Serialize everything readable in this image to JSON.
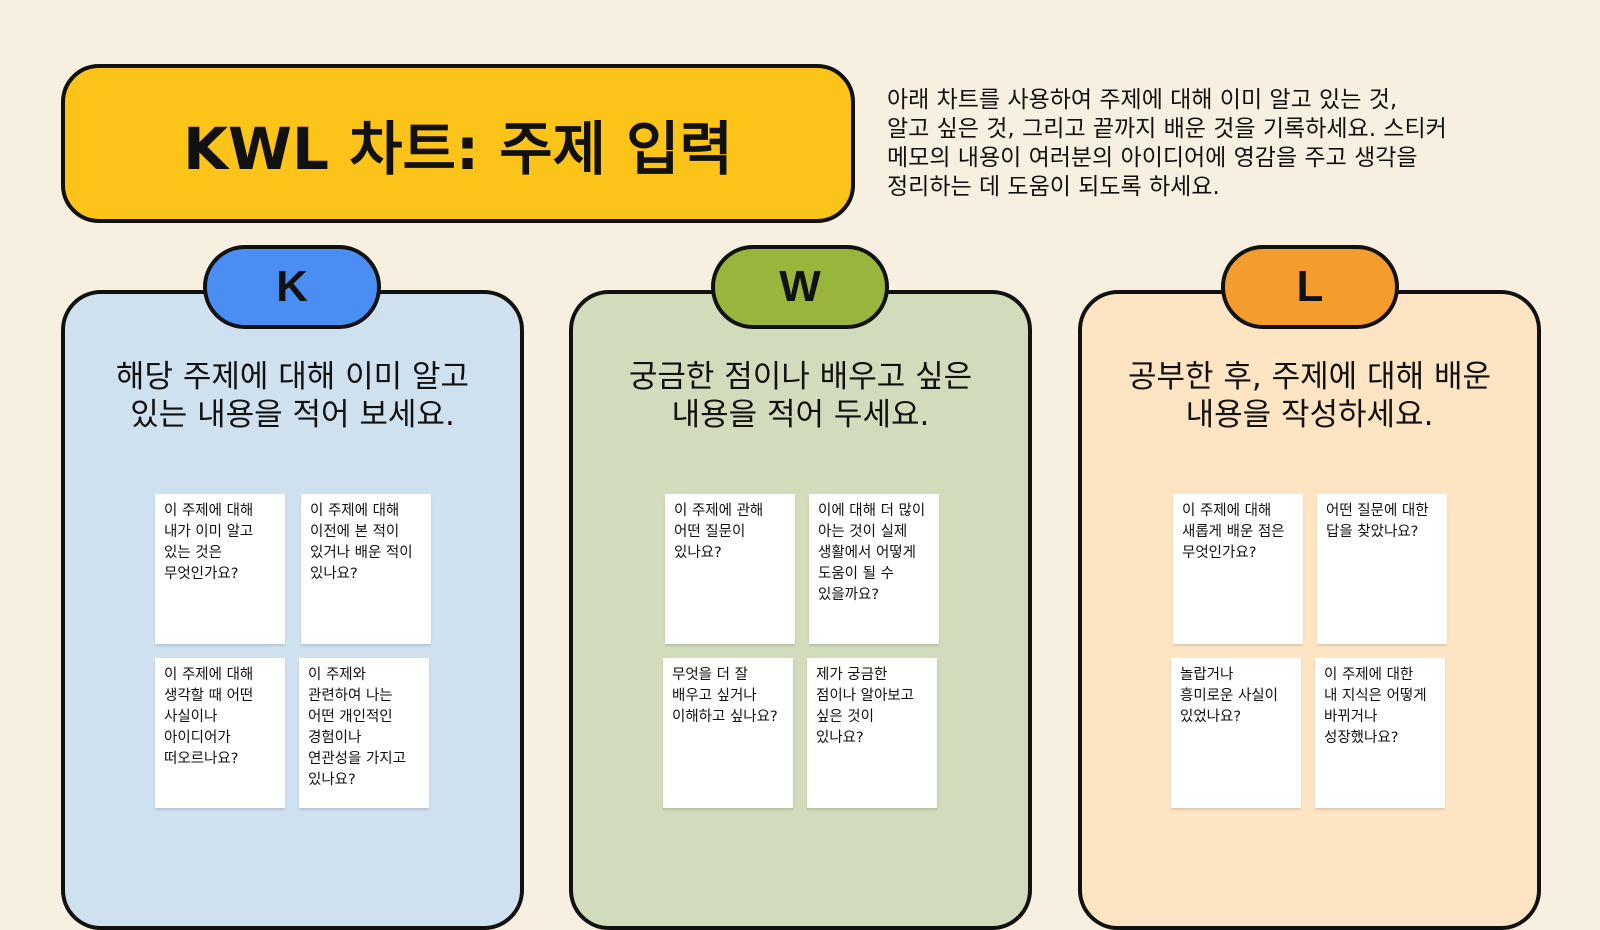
{
  "title": "KWL 차트: 주제 입력",
  "intro": "아래 차트를 사용하여 주제에 대해 이미 알고 있는 것,\n알고 싶은 것, 그리고 끝까지 배운 것을 기록하세요. 스티커\n메모의 내용이 여러분의 아이디어에 영감을 주고 생각을\n정리하는 데 도움이 되도록 하세요.",
  "columns": [
    {
      "tab": "K",
      "heading": "해당 주제에 대해 이미 알고\n있는 내용을 적어 보세요.",
      "notes": [
        "이 주제에 대해\n내가 이미 알고\n있는 것은\n무엇인가요?",
        "이 주제에 대해\n이전에 본 적이\n있거나 배운 적이\n있나요?",
        "이 주제에 대해\n생각할 때 어떤\n사실이나\n아이디어가\n떠오르나요?",
        "이 주제와\n관련하여 나는\n어떤 개인적인\n경험이나\n연관성을 가지고\n있나요?"
      ]
    },
    {
      "tab": "W",
      "heading": "궁금한 점이나 배우고 싶은\n내용을 적어 두세요.",
      "notes": [
        "이 주제에 관해\n어떤 질문이\n있나요?",
        "이에 대해 더 많이\n아는 것이 실제\n생활에서 어떻게\n도움이 될 수\n있을까요?",
        "무엇을 더 잘\n배우고 싶거나\n이해하고 싶나요?",
        "제가 궁금한\n점이나 알아보고\n싶은 것이\n있나요?"
      ]
    },
    {
      "tab": "L",
      "heading": "공부한 후, 주제에 대해 배운\n내용을 작성하세요.",
      "notes": [
        "이 주제에 대해\n새롭게 배운 점은\n무엇인가요?",
        "어떤 질문에 대한\n답을 찾았나요?",
        "놀랍거나\n흥미로운 사실이\n있었나요?",
        "이 주제에 대한\n내 지식은 어떻게\n바뀌거나\n성장했나요?"
      ]
    }
  ],
  "colors": {
    "background": "#f7efdf",
    "title": "#fcc418",
    "k_tab": "#4a8ef3",
    "k_panel": "#cfe0ef",
    "w_tab": "#99b53c",
    "w_panel": "#d2dbbb",
    "l_tab": "#f49d2c",
    "l_panel": "#fde5c4"
  }
}
